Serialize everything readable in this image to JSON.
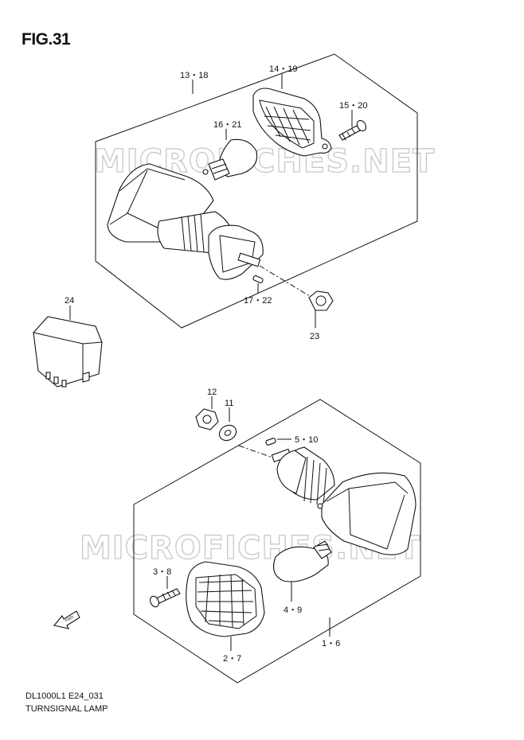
{
  "figure": {
    "title": "FIG.31",
    "footer_code": "DL1000L1 E24_031",
    "footer_title": "TURNSIGNAL LAMP",
    "watermark": "MICROFICHES.NET",
    "fwd_label": "FWD"
  },
  "callouts": {
    "c13_18": "13・18",
    "c14_19": "14・19",
    "c15_20": "15・20",
    "c16_21": "16・21",
    "c17_22": "17・22",
    "c23": "23",
    "c24": "24",
    "c12": "12",
    "c11": "11",
    "c5_10": "5・10",
    "c3_8": "3・8",
    "c4_9": "4・9",
    "c1_6": "1・6",
    "c2_7": "2・7"
  },
  "colors": {
    "line": "#111111",
    "watermark_outline": "#c8c8c8",
    "background": "#ffffff"
  }
}
